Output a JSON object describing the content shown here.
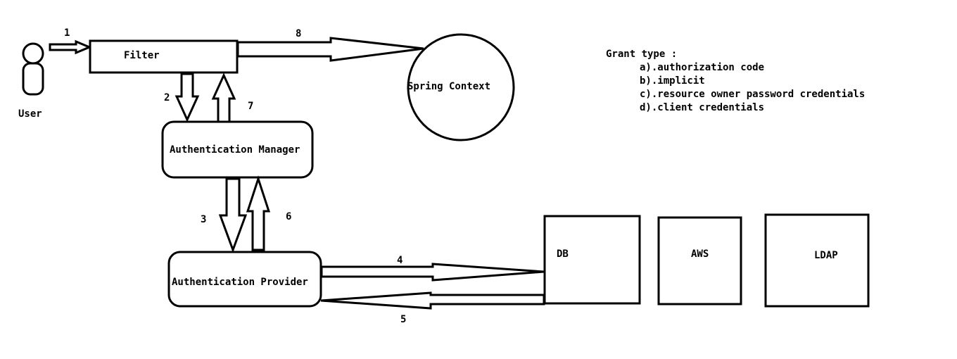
{
  "nodes": {
    "user": "User",
    "filter": "Filter",
    "spring_context": "Spring Context",
    "auth_manager": "Authentication Manager",
    "auth_provider": "Authentication Provider",
    "db": "DB",
    "aws": "AWS",
    "ldap": "LDAP"
  },
  "steps": {
    "s1": "1",
    "s2": "2",
    "s3": "3",
    "s4": "4",
    "s5": "5",
    "s6": "6",
    "s7": "7",
    "s8": "8"
  },
  "grant_type": {
    "heading": "Grant type :",
    "items": [
      "a).authorization code",
      "b).implicit",
      "c).resource owner password credentials",
      "d).client credentials"
    ]
  },
  "colors": {
    "stroke": "#000000",
    "background": "#ffffff"
  }
}
